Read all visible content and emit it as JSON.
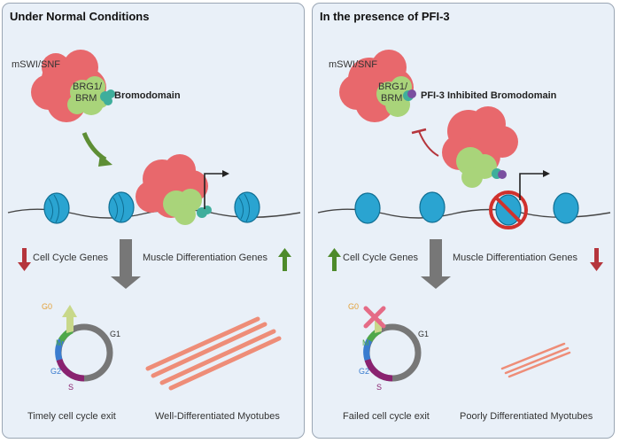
{
  "left": {
    "title": "Under Normal Conditions",
    "complex_label": "mSWI/SNF",
    "core_label_1": "BRG1/",
    "core_label_2": "BRM",
    "bromodomain_label": "Bromodomain",
    "cell_cycle_genes": "Cell Cycle Genes",
    "muscle_genes": "Muscle Differentiation Genes",
    "cycle": {
      "g0": "G0",
      "g1": "G1",
      "m": "M",
      "g2": "G2",
      "s": "S"
    },
    "outcome_cycle": "Timely cell cycle exit",
    "outcome_myotubes": "Well-Differentiated Myotubes"
  },
  "right": {
    "title": "In the presence of PFI-3",
    "complex_label": "mSWI/SNF",
    "core_label_1": "BRG1/",
    "core_label_2": "BRM",
    "bromodomain_label": "PFI-3 Inhibited Bromodomain",
    "cell_cycle_genes": "Cell Cycle Genes",
    "muscle_genes": "Muscle Differentiation Genes",
    "cycle": {
      "g0": "G0",
      "g1": "G1",
      "m": "M",
      "g2": "G2",
      "s": "S"
    },
    "outcome_cycle": "Failed cell cycle exit",
    "outcome_myotubes": "Poorly Differentiated Myotubes"
  },
  "colors": {
    "complex": "#e8686c",
    "core": "#a9d47a",
    "bromodomain": "#3fae9c",
    "inhibitor": "#7a4fa0",
    "nucleosome": "#2aa4d1",
    "arrow_down": "#b5353c",
    "arrow_up": "#4e8a2a",
    "myotube": "#ee8d78"
  }
}
